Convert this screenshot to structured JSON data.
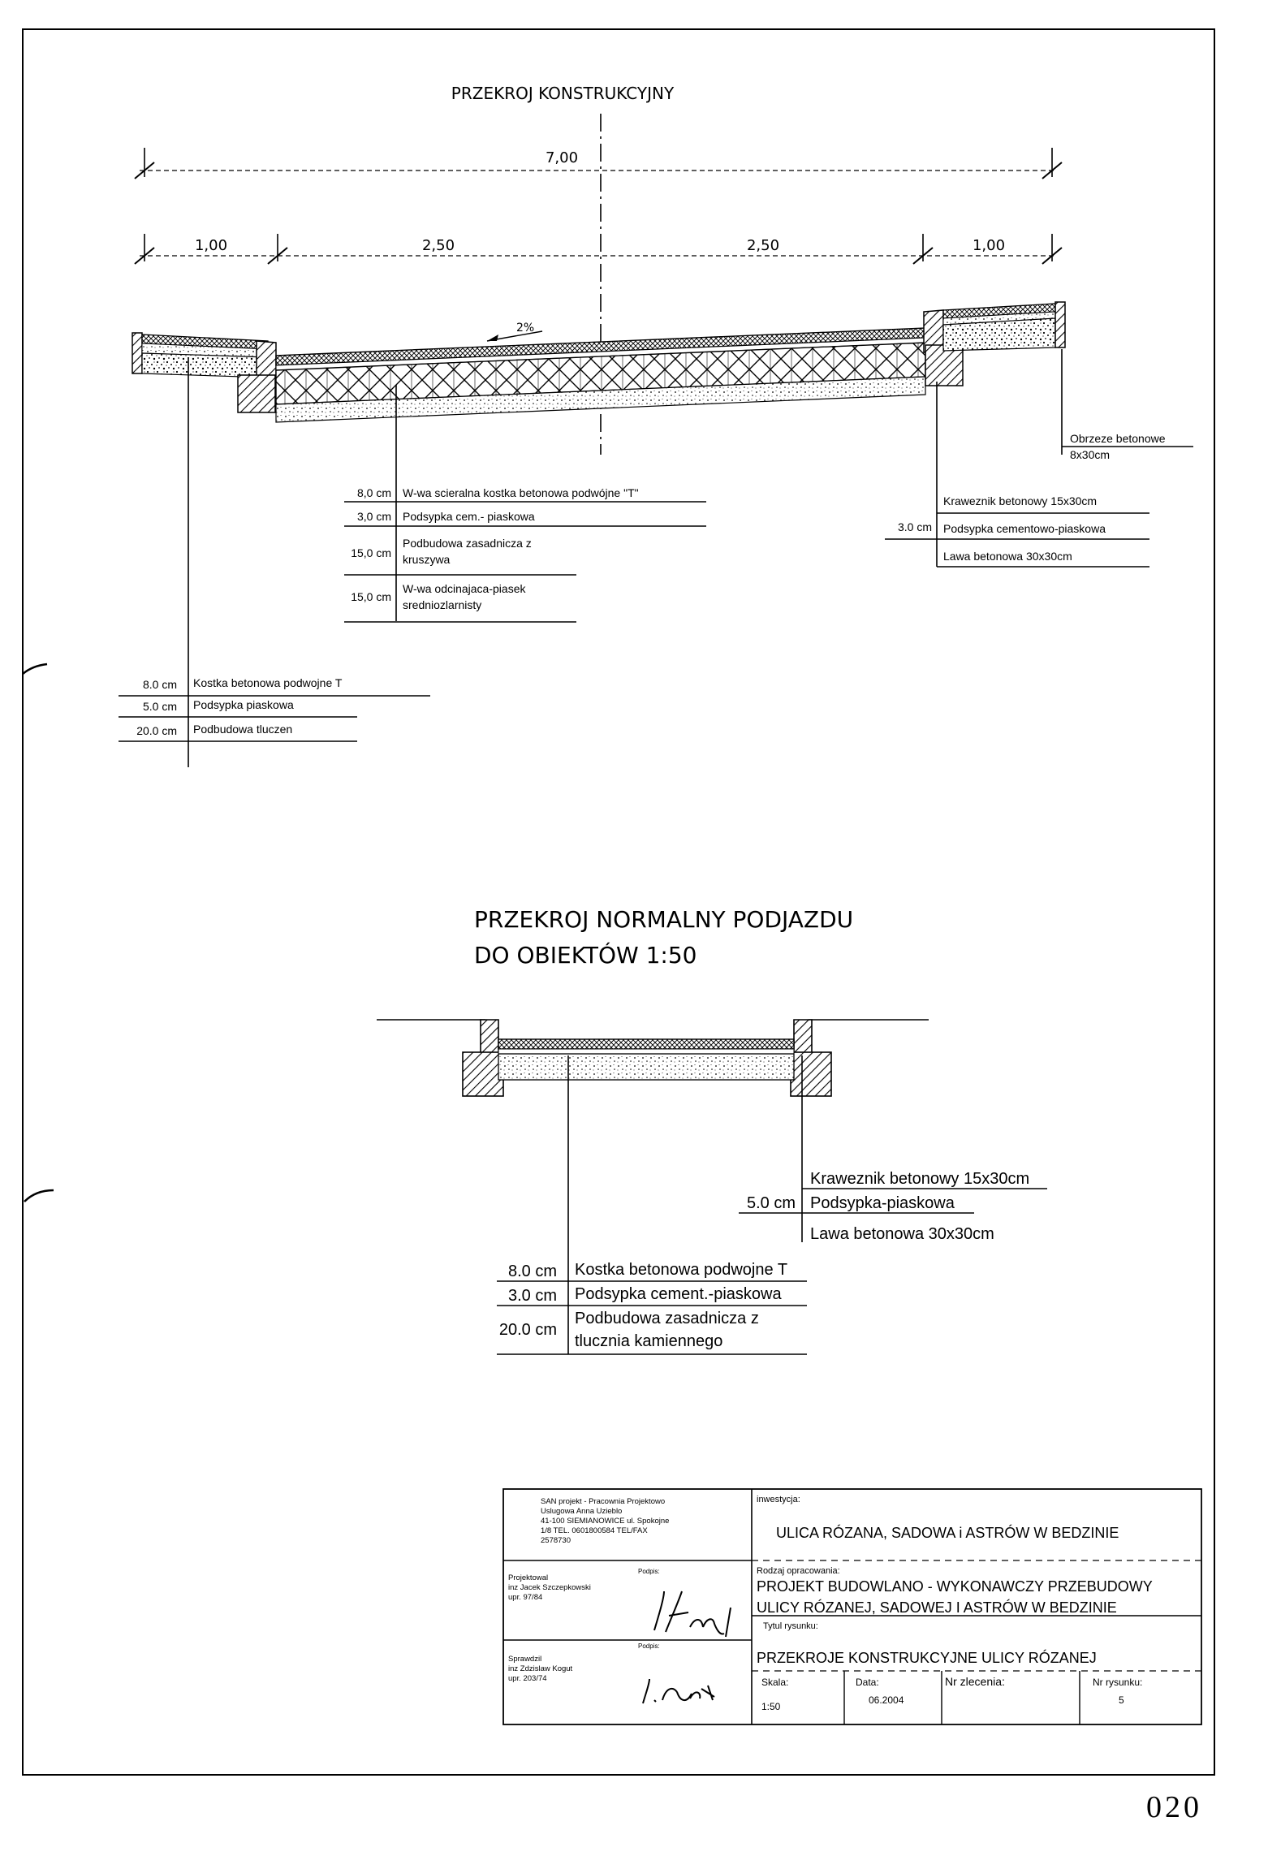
{
  "section1": {
    "title": "PRZEKROJ KONSTRUKCYJNY",
    "dim_total": "7,00",
    "dim_left": "1,00",
    "dim_mid_left": "2,50",
    "dim_mid_right": "2,50",
    "dim_right": "1,00",
    "slope": "2%",
    "road_layers": [
      {
        "thickness": "8,0 cm",
        "label": "W-wa scieralna kostka betonowa podwójne \"T\""
      },
      {
        "thickness": "3,0 cm",
        "label": "Podsypka cem.- piaskowa"
      },
      {
        "thickness": "15,0 cm",
        "label": "Podbudowa zasadnicza z",
        "label2": "kruszywa"
      },
      {
        "thickness": "15,0 cm",
        "label": "W-wa odcinajaca-piasek",
        "label2": "sredniozlarnisty"
      }
    ],
    "sidewalk_layers": [
      {
        "thickness": "8.0 cm",
        "label": "Kostka betonowa podwojne T"
      },
      {
        "thickness": "5.0 cm",
        "label": "Podsypka piaskowa"
      },
      {
        "thickness": "20.0 cm",
        "label": "Podbudowa tluczen"
      }
    ],
    "edge_label": "Obrzeze betonowe",
    "edge_label2": "8x30cm",
    "curb_layers": [
      {
        "thickness": "",
        "label": "Kraweznik betonowy 15x30cm"
      },
      {
        "thickness": "3.0 cm",
        "label": "Podsypka cementowo-piaskowa"
      },
      {
        "thickness": "",
        "label": "Lawa betonowa 30x30cm"
      }
    ]
  },
  "section2": {
    "title_line1": "PRZEKROJ NORMALNY  PODJAZDU",
    "title_line2": "DO OBIEKTÓW 1:50",
    "curb_layers": [
      {
        "thickness": "",
        "label": "Kraweznik betonowy 15x30cm"
      },
      {
        "thickness": "5.0 cm",
        "label": "Podsypka-piaskowa"
      },
      {
        "thickness": "",
        "label": "Lawa betonowa 30x30cm"
      }
    ],
    "road_layers": [
      {
        "thickness": "8.0 cm",
        "label": "Kostka betonowa podwojne T"
      },
      {
        "thickness": "3.0 cm",
        "label": "Podsypka  cement.-piaskowa"
      },
      {
        "thickness": "20.0 cm",
        "label": "Podbudowa zasadnicza z",
        "label2": "tlucznia kamiennego"
      }
    ]
  },
  "title_block": {
    "company": [
      "SAN projekt - Pracownia Projektowo",
      "Uslugowa Anna Uzieblo",
      "41-100 SIEMIANOWICE ul. Spokojne",
      "1/8 TEL. 0601800584  TEL/FAX",
      "2578730"
    ],
    "designer_role": "Projektowal",
    "designer_name": "inz Jacek Szczepkowski",
    "designer_license": "upr. 97/84",
    "checker_role": "Sprawdzil",
    "checker_name": "inz Zdzislaw Kogut",
    "checker_license": "upr. 203/74",
    "signature_label": "Podpis:",
    "investment_label": "inwestycja:",
    "investment": "ULICA RÓZANA, SADOWA i ASTRÓW W BEDZINIE",
    "type_label": "Rodzaj opracowania:",
    "type_line1": "PROJEKT BUDOWLANO - WYKONAWCZY  PRZEBUDOWY",
    "type_line2": "ULICY RÓZANEJ, SADOWEJ I ASTRÓW W BEDZINIE",
    "drawing_title_label": "Tytul rysunku:",
    "drawing_title": "PRZEKROJE KONSTRUKCYJNE ULICY RÓZANEJ",
    "scale_label": "Skala:",
    "scale": "1:50",
    "date_label": "Data:",
    "date": "06.2004",
    "order_label": "Nr zlecenia:",
    "order": "",
    "drawing_no_label": "Nr rysunku:",
    "drawing_no": "5"
  },
  "sheet_number": "020"
}
